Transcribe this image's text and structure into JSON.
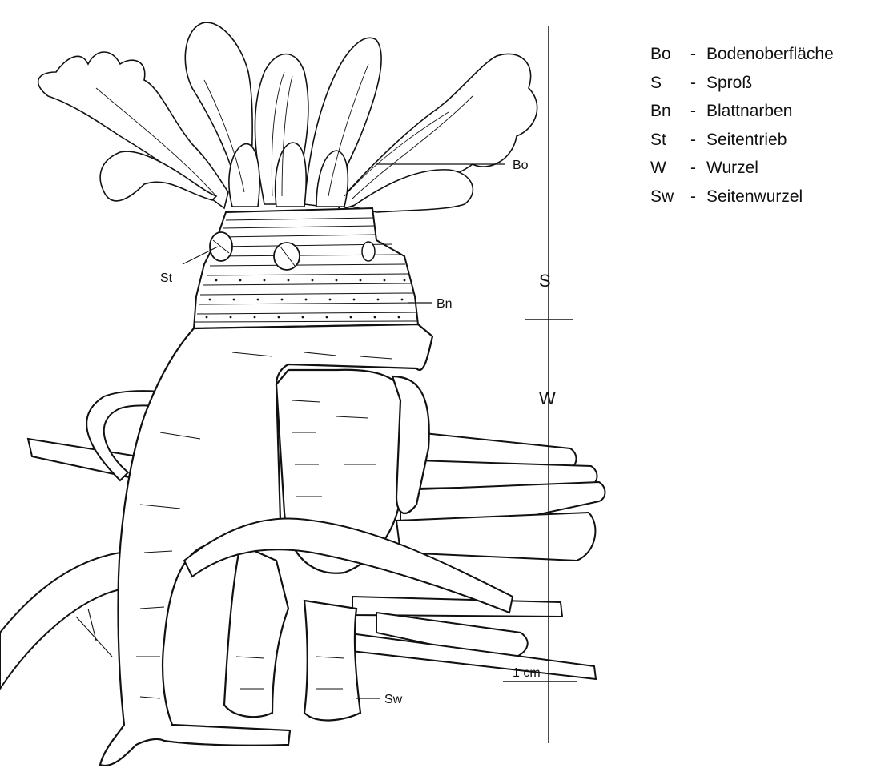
{
  "legend": {
    "items": [
      {
        "abbr": "Bo",
        "name": "Bodenoberfläche"
      },
      {
        "abbr": "S",
        "name": "Sproß"
      },
      {
        "abbr": "Bn",
        "name": "Blattnarben"
      },
      {
        "abbr": "St",
        "name": "Seitentrieb"
      },
      {
        "abbr": "W",
        "name": "Wurzel"
      },
      {
        "abbr": "Sw",
        "name": "Seitenwurzel"
      }
    ],
    "separator": "-"
  },
  "labels": {
    "bo": "Bo",
    "st": "St",
    "bn": "Bn",
    "sw": "Sw",
    "scale_s": "S",
    "scale_w": "W"
  },
  "scale_bar": {
    "label": "1 cm"
  }
}
